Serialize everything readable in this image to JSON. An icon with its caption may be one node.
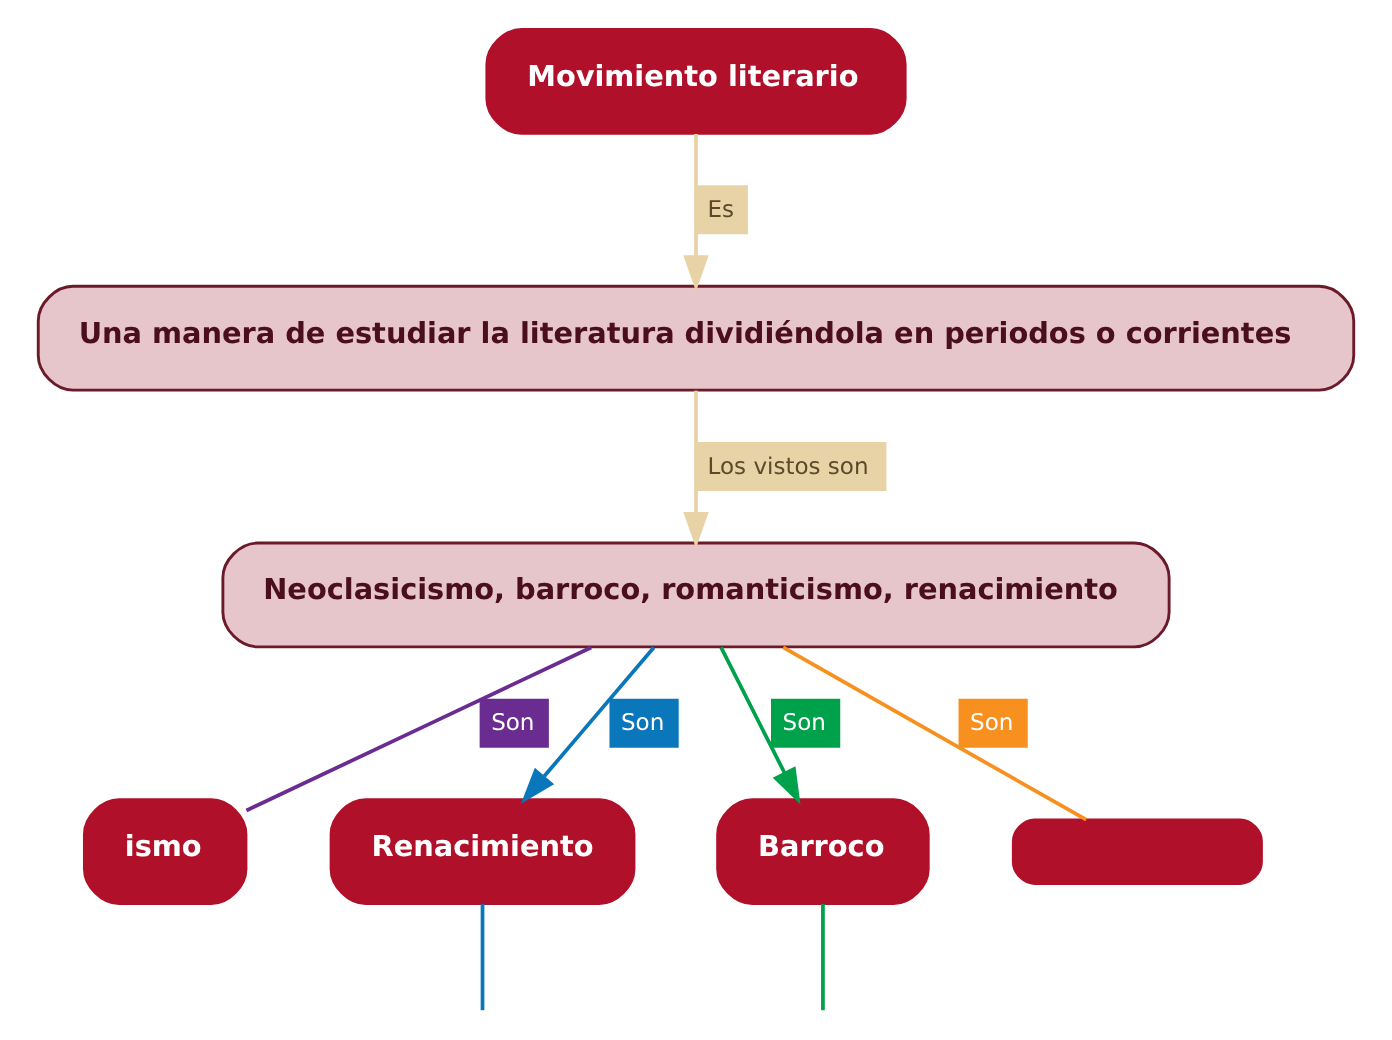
{
  "diagram": {
    "nodes": [
      {
        "text": [
          "Movimiento literario"
        ]
      },
      {
        "text": [
          "Una manera de estudiar la literatura dividiéndola en periodos o corrientes"
        ]
      },
      {
        "text": [
          "Neoclasicismo, barroco, romanticismo, renacimiento"
        ]
      },
      {
        "text": [
          "ismo"
        ]
      },
      {
        "text": [
          "Renacimiento"
        ]
      },
      {
        "text": [
          "Barroco"
        ]
      },
      {
        "text": [],
        "shape": "box"
      }
    ],
    "edges": [
      {
        "from": 0,
        "to": 1,
        "arrow": "to",
        "label": "Es",
        "color": "#e8d3a6"
      },
      {
        "from": 1,
        "to": 2,
        "arrow": "to",
        "label": "Los vistos son",
        "color": "#e8d3a6"
      },
      {
        "from": 2,
        "to": 3,
        "arrow": "none",
        "label": "Son",
        "color": "#6a2c91"
      },
      {
        "from": 2,
        "to": 4,
        "arrow": "to",
        "label": "Son",
        "color": "#0a77bb"
      },
      {
        "from": 2,
        "to": 5,
        "arrow": "to",
        "label": "Son",
        "color": "#00a14b"
      },
      {
        "from": 2,
        "to": 6,
        "arrow": "none",
        "label": "Son",
        "color": "#f7901e"
      },
      {
        "from": 4,
        "to": null,
        "arrow": "none",
        "color": "#0a77bb"
      },
      {
        "from": 5,
        "to": null,
        "arrow": "none",
        "color": "#00a14b"
      }
    ]
  }
}
